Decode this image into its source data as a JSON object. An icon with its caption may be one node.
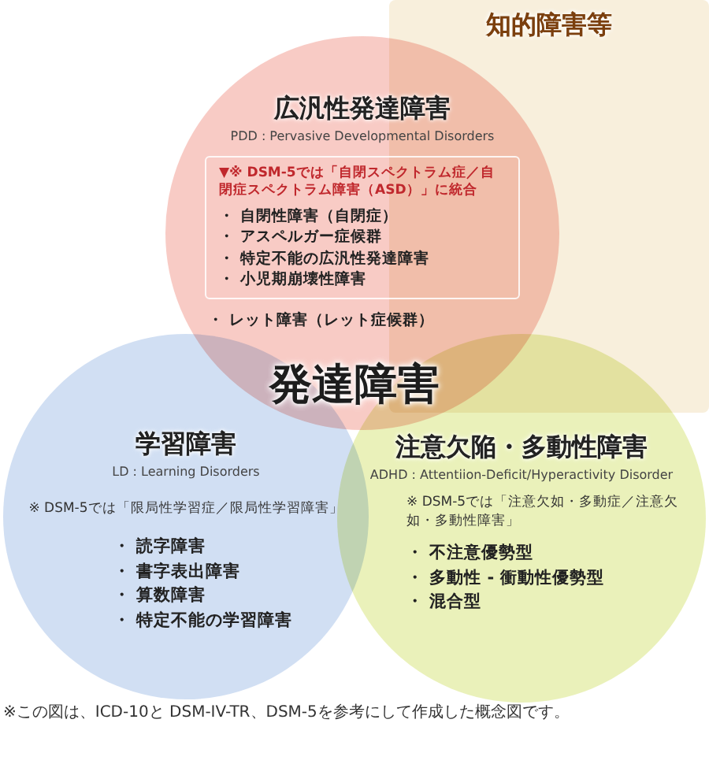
{
  "diagram": {
    "caption": "※この図は、ICD-10と DSM-IV-TR、DSM-5を参考にして作成した概念図です。",
    "nodes": [
      {
        "text": [
          "知的障害等"
        ]
      },
      {
        "text": [
          "広汎性発達障害",
          "PDD : Pervasive Developmental Disorders",
          "・ レット障害（レット症候群）"
        ]
      },
      {
        "text": [
          "▼※ DSM-5では「自閉スペクトラム症／自閉症スペクトラム障害（ASD）」に統合",
          "・ 自閉性障害（自閉症）",
          "・ アスペルガー症候群",
          "・ 特定不能の広汎性発達障害",
          "・ 小児期崩壊性障害"
        ],
        "in": 1
      },
      {
        "text": [
          "学習障害",
          "LD : Learning Disorders",
          "※ DSM-5では「限局性学習症／限局性学習障害」",
          "・ 読字障害",
          "・ 書字表出障害",
          "・ 算数障害",
          "・ 特定不能の学習障害"
        ]
      },
      {
        "text": [
          "注意欠陥・多動性障害",
          "ADHD : Attentiion-Deficit/Hyperactivity Disorder",
          "※ DSM-5では「注意欠如・多動症／注意欠如・多動性障害」",
          "・ 不注意優勢型",
          "・ 多動性 - 衝動性優勢型",
          "・ 混合型"
        ]
      }
    ],
    "labels": [
      "発達障害"
    ]
  }
}
